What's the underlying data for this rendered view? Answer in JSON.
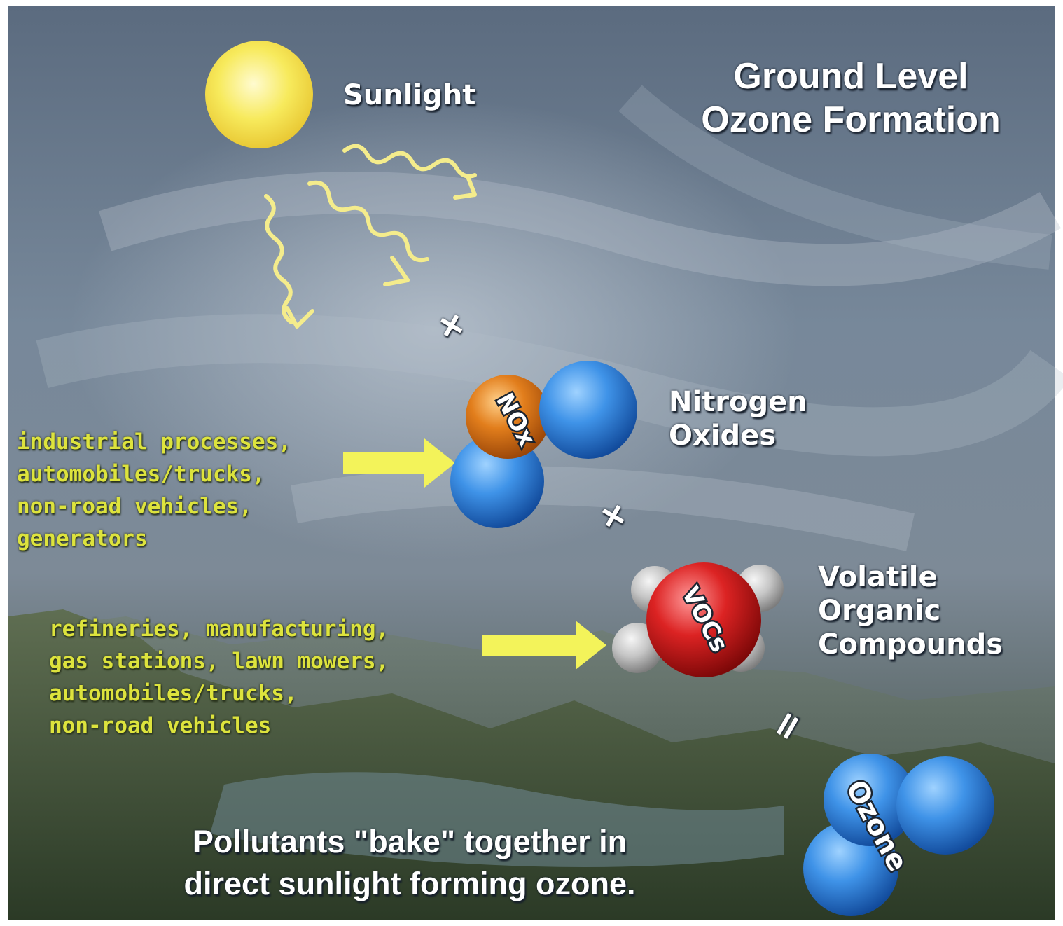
{
  "title": {
    "line1": "Ground Level",
    "line2": "Ozone Formation"
  },
  "sunlight": {
    "label": "Sunlight"
  },
  "operators": {
    "plus": "+",
    "equals": "="
  },
  "nox": {
    "symbol": "NOx",
    "name_line1": "Nitrogen",
    "name_line2": "Oxides",
    "sources": [
      "industrial processes,",
      "automobiles/trucks,",
      "non-road vehicles,",
      "generators"
    ]
  },
  "vocs": {
    "symbol": "VOCs",
    "name_line1": "Volatile",
    "name_line2": "Organic",
    "name_line3": "Compounds",
    "sources": [
      "refineries, manufacturing,",
      "gas stations, lawn mowers,",
      "automobiles/trucks,",
      "non-road vehicles"
    ]
  },
  "ozone": {
    "label": "Ozone"
  },
  "caption": {
    "line1": "Pollutants \"bake\" together in",
    "line2": "direct sunlight forming ozone."
  },
  "colors": {
    "source_text": "#dde33d",
    "arrow": "#f3f35a",
    "sun": "#f5e64a",
    "nitrogen_atom": "#e07d1a",
    "oxygen_atom": "#2f86dd",
    "carbon_atom": "#d51f1f",
    "hydrogen_atom": "#c9c9c9"
  },
  "icons": {
    "sun": "sun-icon",
    "sunlight_rays": "wavy-arrow-icon",
    "source_arrow": "arrow-right-icon"
  }
}
